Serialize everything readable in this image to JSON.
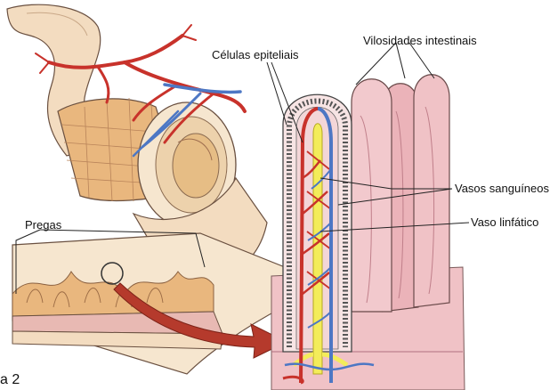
{
  "labels": {
    "celulas_epiteliais": "Células epiteliais",
    "vilosidades_intestinais": "Vilosidades  intestinais",
    "vasos_sanguineos": "Vasos sanguíneos",
    "vaso_linfatico": "Vaso linfático",
    "pregas": "Pregas",
    "figure_number": "a 2"
  },
  "colors": {
    "intestine_wall": "#f3dcc0",
    "intestine_inner": "#e9b77e",
    "villus_pink": "#f0c2c6",
    "villus_dark": "#d88a94",
    "artery": "#c8322b",
    "vein": "#4d77c4",
    "lymph": "#f3ec5a",
    "arrow": "#b53a2c"
  },
  "icons": [
    "label-leader-line",
    "zoom-arrow",
    "magnifier-circle"
  ]
}
